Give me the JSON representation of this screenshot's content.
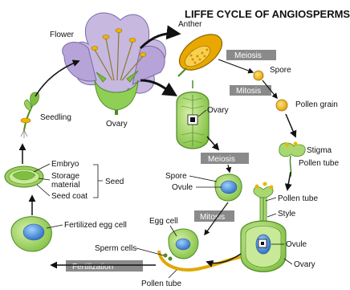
{
  "title": "LIFFE CYCLE OF ANGIOSPERMS",
  "labels": {
    "flower": "Flower",
    "anther": "Anther",
    "ovary_top": "Ovary",
    "ovary_mid": "Ovary",
    "ovary_bottom": "Ovary",
    "spore_right": "Spore",
    "pollen_grain": "Pollen grain",
    "stigma": "Stigma",
    "pollen_tube_1": "Pollen tube",
    "pollen_tube_2": "Pollen tube",
    "pollen_tube_3": "Pollen tube",
    "style": "Style",
    "ovule_right": "Ovule",
    "spore_left": "Spore",
    "ovule_left": "Ovule",
    "egg_cell": "Egg cell",
    "sperm_cells": "Sperm cells",
    "fertilized_egg": "Fertilized egg cell",
    "embryo": "Embryo",
    "storage_line1": "Storage",
    "storage_line2": "material",
    "seed_coat": "Seed coat",
    "seed": "Seed",
    "seedling": "Seedling"
  },
  "process_boxes": {
    "meiosis_top": "Meiosis",
    "mitosis_top": "Mitosis",
    "meiosis_mid": "Meiosis",
    "mitosis_mid": "Mitosis",
    "fertilization": "Fertilization"
  },
  "colors": {
    "petal": "#c7b8e0",
    "petal_stroke": "#7a6aa8",
    "green": "#9bcf5a",
    "green_dark": "#4d8a2a",
    "yellow": "#f0b400",
    "yellow_dark": "#a07000",
    "blue": "#3b7fd0",
    "box": "#8a8a8a"
  }
}
